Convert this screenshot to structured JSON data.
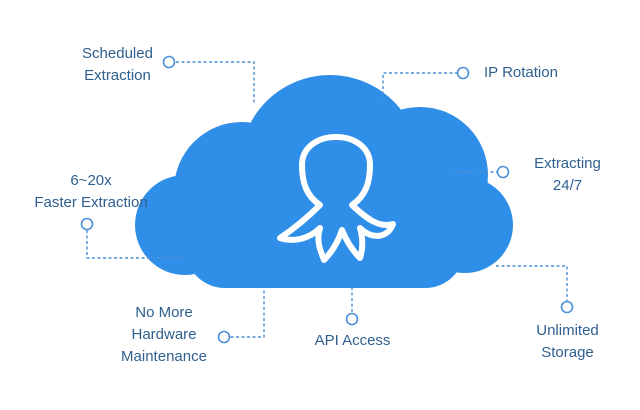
{
  "diagram": {
    "colors": {
      "cloud": "#2f8fe8",
      "line": "#4a8fd6",
      "text": "#2f5f8e",
      "icon": "#ffffff"
    },
    "center_icon": "octopus-logo-icon",
    "features": {
      "scheduled": [
        "Scheduled",
        "Extraction"
      ],
      "ip": [
        "IP Rotation"
      ],
      "extracting": [
        "Extracting",
        "24/7"
      ],
      "faster": [
        "6~20x",
        "Faster Extraction"
      ],
      "storage": [
        "Unlimited",
        "Storage"
      ],
      "api": [
        "API Access"
      ],
      "hardware": [
        "No More",
        "Hardware",
        "Maintenance"
      ]
    }
  }
}
